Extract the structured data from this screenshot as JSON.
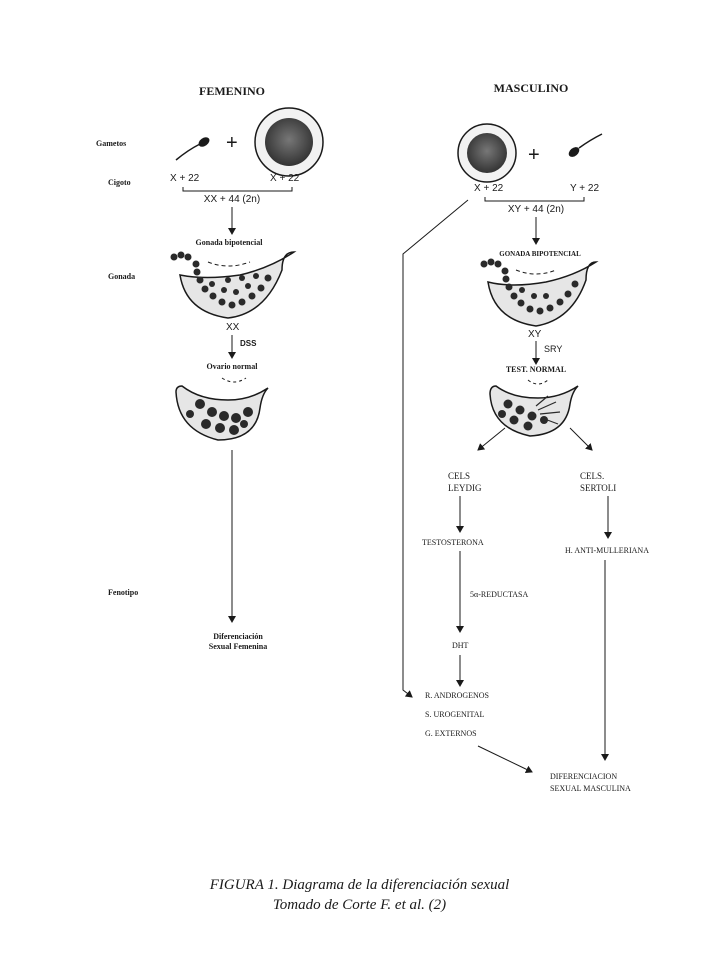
{
  "headers": {
    "female": "FEMENINO",
    "male": "MASCULINO"
  },
  "stages": {
    "gametes": "Gametos",
    "zygote": "Cigoto",
    "gonad": "Gonada",
    "phenotype": "Fenotipo"
  },
  "female": {
    "zygote_left": "X + 22",
    "zygote_right": "X + 22",
    "karyotype": "XX + 44 (2n)",
    "bipotential": "Gonada bipotencial",
    "chromosomes": "XX",
    "gene": "DSS",
    "ovary": "Ovario normal",
    "result_line1": "Diferenciación",
    "result_line2": "Sexual Femenina"
  },
  "male": {
    "zygote_left": "X + 22",
    "zygote_right": "Y + 22",
    "karyotype": "XY + 44 (2n)",
    "bipotential": "GONADA BIPOTENCIAL",
    "chromosomes": "XY",
    "gene": "SRY",
    "testis": "TEST. NORMAL",
    "leydig_line1": "CELS",
    "leydig_line2": "LEYDIG",
    "sertoli_line1": "CELS.",
    "sertoli_line2": "SERTOLI",
    "testosterone": "TESTOSTERONA",
    "reductase": "5α-REDUCTASA",
    "dht": "DHT",
    "amh": "H. ANTI-MULLERIANA",
    "targets": [
      "R. ANDROGENOS",
      "S. UROGENITAL",
      "G. EXTERNOS"
    ],
    "result_line1": "DIFERENCIACION",
    "result_line2": "SEXUAL MASCULINA"
  },
  "caption": {
    "line1": "FIGURA 1. Diagrama de la diferenciación sexual",
    "line2": "Tomado de Corte F. et al. (2)"
  }
}
